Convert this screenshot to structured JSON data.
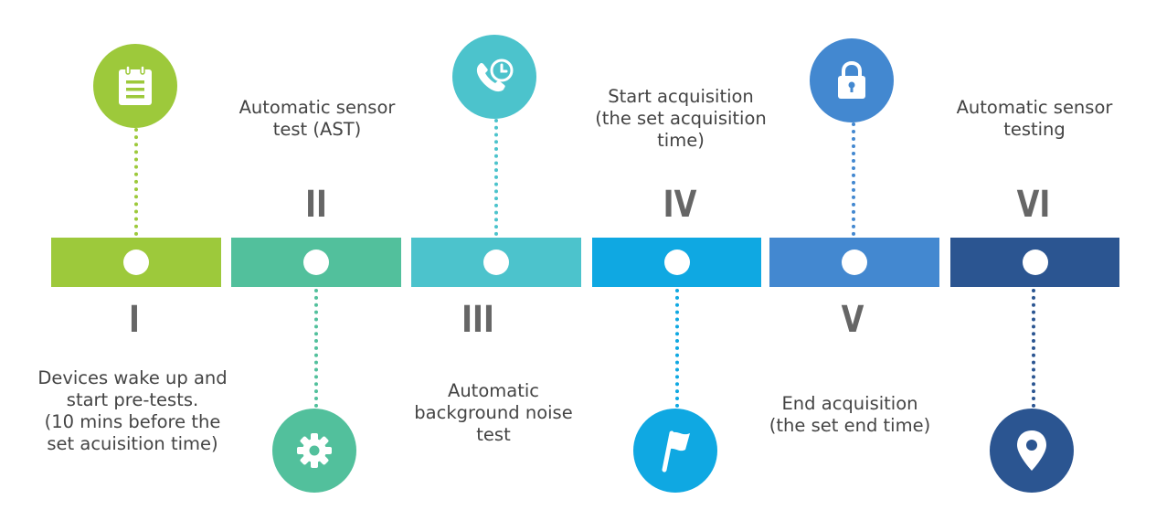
{
  "colors": {
    "stage1": "#9DC93B",
    "stage2": "#52C09C",
    "stage3": "#4CC3CC",
    "stage4": "#0FA8E2",
    "stage5": "#4388D0",
    "stage6": "#2B5591",
    "numeral": "#666666",
    "text": "#444444"
  },
  "stages": [
    {
      "numeral": "I",
      "icon": "clipboard-icon",
      "text": "Devices wake up and\nstart pre-tests.\n(10 mins before the\nset acuisition time)"
    },
    {
      "numeral": "II",
      "icon": "gear-icon",
      "text": "Automatic sensor\ntest (AST)"
    },
    {
      "numeral": "III",
      "icon": "phone-clock-icon",
      "text": "Automatic\nbackground noise\ntest"
    },
    {
      "numeral": "IV",
      "icon": "flag-icon",
      "text": "Start acquisition\n(the set acquisition\ntime)"
    },
    {
      "numeral": "V",
      "icon": "lock-icon",
      "text": "End acquisition\n(the set end time)"
    },
    {
      "numeral": "VI",
      "icon": "location-pin-icon",
      "text": "Automatic sensor\ntesting"
    }
  ]
}
